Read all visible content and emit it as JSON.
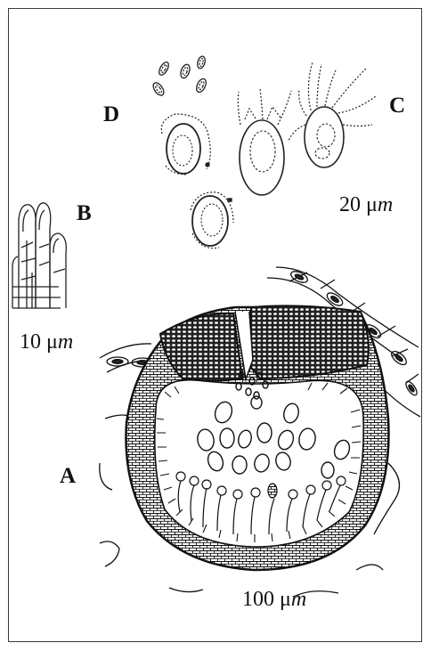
{
  "labels": {
    "A": "A",
    "B": "B",
    "C": "C",
    "D": "D"
  },
  "scale_bars": {
    "b": {
      "value": "10 μ",
      "unit": "m"
    },
    "c": {
      "value": "20 μ",
      "unit": "m"
    },
    "a": {
      "value": "100 μ",
      "unit": "m"
    }
  }
}
